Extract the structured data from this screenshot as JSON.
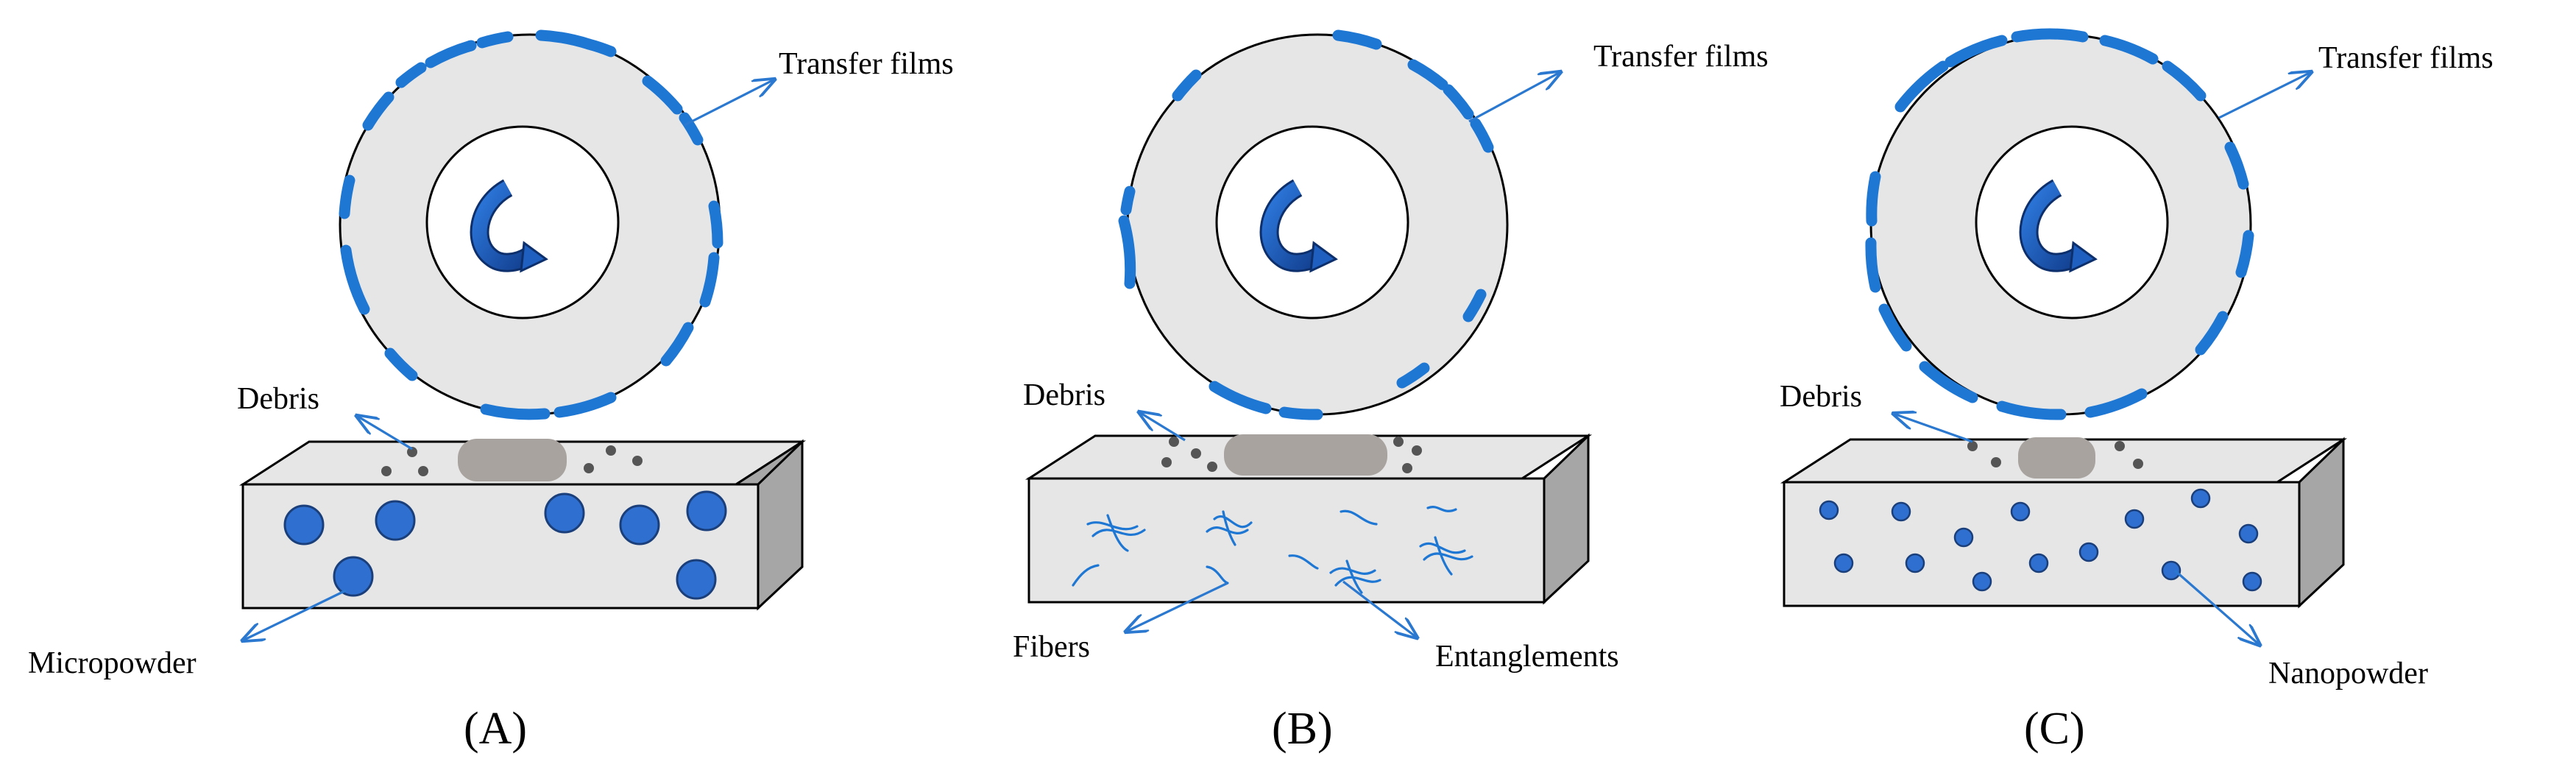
{
  "colors": {
    "accent_blue": "#1f77d4",
    "particle_fill": "#2f6fcf",
    "particle_stroke": "#1a3f7a",
    "surface_gray": "#e6e6e6",
    "side_gray": "#a6a6a6",
    "contact_gray": "#a8a39f",
    "debris_dark": "#555555"
  },
  "panels": [
    {
      "id": "A",
      "caption": "(A)",
      "labels": {
        "transfer_films": "Transfer films",
        "debris": "Debris",
        "filler": "Micropowder"
      },
      "filler_kind": "micropowder"
    },
    {
      "id": "B",
      "caption": "(B)",
      "labels": {
        "transfer_films": "Transfer films",
        "debris": "Debris",
        "filler": "Fibers",
        "entanglements": "Entanglements"
      },
      "filler_kind": "fibers"
    },
    {
      "id": "C",
      "caption": "(C)",
      "labels": {
        "transfer_films": "Transfer films",
        "debris": "Debris",
        "filler": "Nanopowder"
      },
      "filler_kind": "nanopowder"
    }
  ]
}
